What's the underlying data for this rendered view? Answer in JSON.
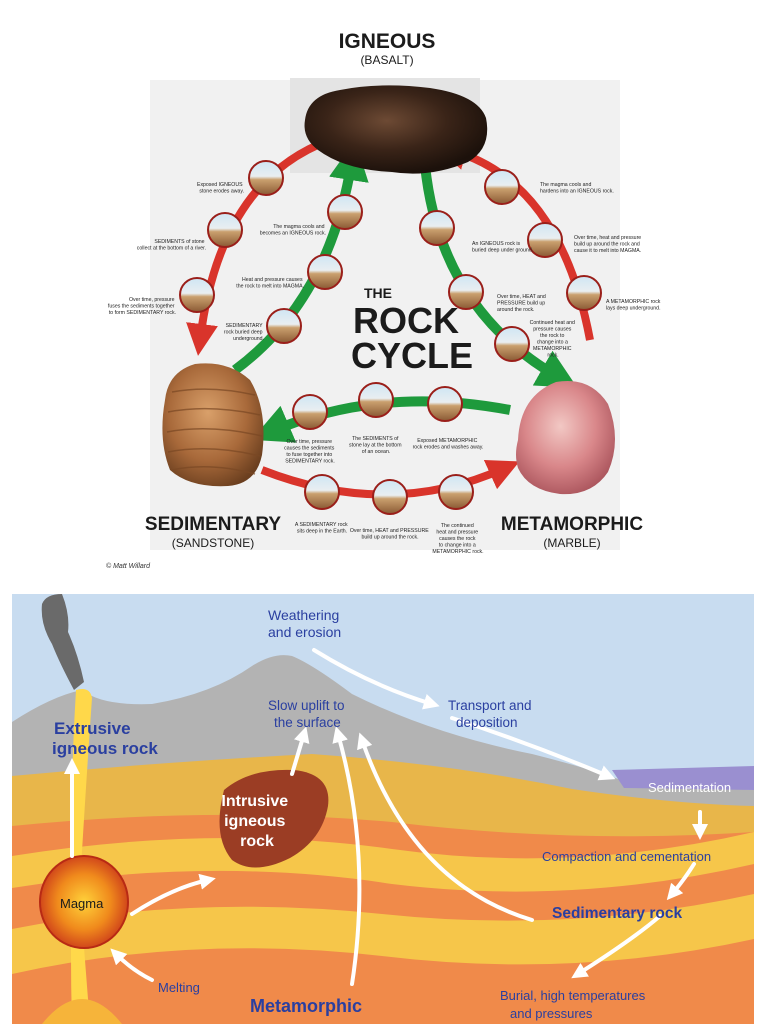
{
  "rock_cycle": {
    "igneous": {
      "name": "IGNEOUS",
      "example": "(BASALT)"
    },
    "sedimentary": {
      "name": "SEDIMENTARY",
      "example": "(SANDSTONE)"
    },
    "metamorphic": {
      "name": "METAMORPHIC",
      "example": "(MARBLE)"
    },
    "title": {
      "line1": "THE",
      "line2": "ROCK",
      "line3": "CYCLE"
    },
    "credit": "© Matt Willard",
    "captions": {
      "exposed_igneous": [
        "Exposed IGNEOUS",
        "stone erodes away."
      ],
      "sediments_collect": [
        "SEDIMENTS of stone",
        "collect at the bottom of a river."
      ],
      "pressure_fuses": [
        "Over time, pressure",
        "fuses the sediments together",
        "to form SEDIMENTARY rock."
      ],
      "magma_cools": [
        "The magma cools and",
        "becomes an IGNEOUS rock."
      ],
      "heat_melts": [
        "Heat and pressure causes",
        "the rock to melt into MAGMA."
      ],
      "sed_buried": [
        "SEDIMENTARY",
        "rock buried deep",
        "underground."
      ],
      "magma_hardens": [
        "The magma cools and",
        "hardens into an IGNEOUS rock."
      ],
      "over_time_heat": [
        "Over time, heat and pressure",
        "build up around the rock and",
        "cause it to melt into MAGMA."
      ],
      "igneous_buried": [
        "An IGNEOUS rock is",
        "buried deep under ground."
      ],
      "meta_deep": [
        "A METAMORPHIC rock",
        "lays deep underground."
      ],
      "pressure_builds": [
        "Over time, HEAT and",
        "PRESSURE build up",
        "around the rock."
      ],
      "continued_heat": [
        "Continued heat and",
        "pressure causes",
        "the rock to",
        "change into a",
        "METAMORPHIC",
        "rock."
      ],
      "pressure_causes_sed": [
        "Over time, pressure",
        "causes the sediments",
        "to fuse together into",
        "SEDIMENTARY rock."
      ],
      "sediments_lay": [
        "The SEDIMENTS of",
        "stone lay at the bottom",
        "of an ocean."
      ],
      "exposed_meta": [
        "Exposed METAMORPHIC",
        "rock erodes and washes away."
      ],
      "sed_deep": [
        "A SEDIMENTARY rock",
        "sits deep in the Earth."
      ],
      "heat_pressure_build": [
        "Over time, HEAT and PRESSURE",
        "build up around the rock."
      ],
      "continued_change": [
        "The continued",
        "heat and pressure",
        "causes the rock",
        "to change into a",
        "METAMORPHIC rock."
      ]
    }
  },
  "geology": {
    "weathering": [
      "Weathering",
      "and erosion"
    ],
    "uplift": [
      "Slow uplift to",
      "the surface"
    ],
    "transport": [
      "Transport and",
      "deposition"
    ],
    "extrusive": [
      "Extrusive",
      "igneous rock"
    ],
    "intrusive": [
      "Intrusive",
      "igneous",
      "rock"
    ],
    "sedimentation": "Sedimentation",
    "magma": "Magma",
    "compaction": "Compaction and cementation",
    "sedimentary_rock": "Sedimentary rock",
    "melting": "Melting",
    "metamorphic": "Metamorphic",
    "burial": [
      "Burial, high temperatures",
      "and pressures"
    ]
  },
  "colors": {
    "green_arrow": "#1e9a3c",
    "red_arrow": "#d9342b",
    "label_dark": "#1b1b1b",
    "sky": "#c8dcf0",
    "label_blue": "#2a3fa0"
  }
}
